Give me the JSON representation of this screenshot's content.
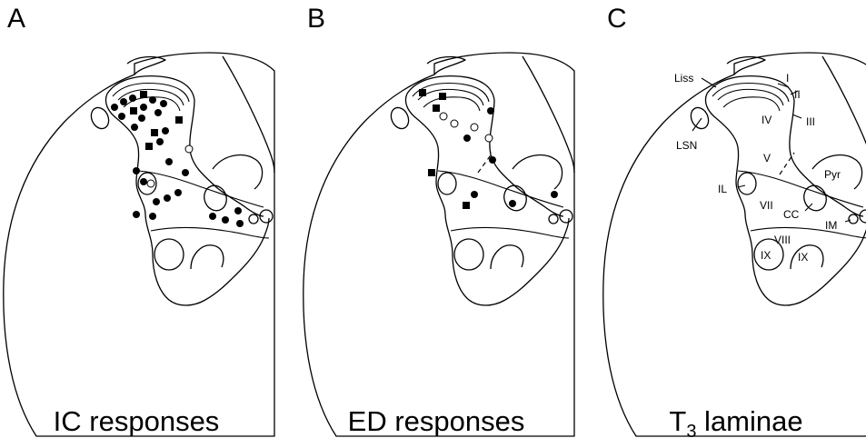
{
  "panels": [
    {
      "letter": "A",
      "caption": "IC responses"
    },
    {
      "letter": "B",
      "caption": "ED responses"
    },
    {
      "letter": "C",
      "caption_main": "T",
      "caption_sub": "3",
      "caption_rest": " laminae"
    }
  ],
  "laminae_labels": {
    "liss": "Liss",
    "I": "I",
    "II": "II",
    "III": "III",
    "IV": "IV",
    "LSN": "LSN",
    "V": "V",
    "Pyr": "Pyr",
    "IL": "IL",
    "VII": "VII",
    "CC": "CC",
    "IM": "IM",
    "VIII": "VIII",
    "IX_left": "IX",
    "IX_right": "IX"
  },
  "marker_colors": {
    "filled": "#000000",
    "open": "#ffffff"
  }
}
